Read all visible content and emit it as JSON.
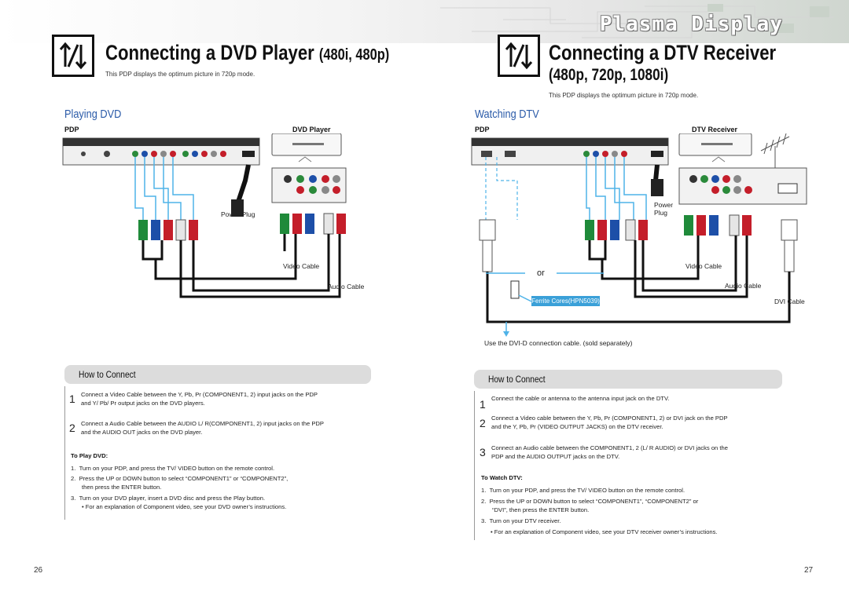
{
  "header": {
    "brand": "Plasma Display"
  },
  "left": {
    "title_main": "Connecting a DVD Player",
    "title_res": "(480i, 480p)",
    "note": "This PDP displays the optimum picture in 720p mode.",
    "section": "Playing DVD",
    "pdp_label": "PDP",
    "device_label": "DVD Player",
    "power_plug": "Power Plug",
    "video_cable": "Video Cable",
    "audio_cable": "Audio Cable",
    "how_title": "How to Connect",
    "steps": [
      {
        "num": "1",
        "line1": "Connect a Video Cable between the Y, Pb, Pr (COMPONENT1, 2) input jacks on the PDP",
        "line2": "and Y/ Pb/ Pr output jacks on the DVD players."
      },
      {
        "num": "2",
        "line1": "Connect a Audio Cable between the AUDIO L/ R(COMPONENT1, 2) input jacks on the PDP",
        "line2": "and the AUDIO OUT jacks on the DVD player."
      }
    ],
    "sub_title": "To Play DVD:",
    "play": [
      {
        "num": "1.",
        "text": "Turn on your PDP, and press the TV/ VIDEO button on the remote control."
      },
      {
        "num": "2.",
        "text": "Press the UP or DOWN button to select “COMPONENT1” or “COMPONENT2”,",
        "text2": "then press the ENTER button."
      },
      {
        "num": "3.",
        "text": "Turn on your DVD player, insert a DVD disc and press the Play button."
      }
    ],
    "bullet": "• For an explanation of Component video, see your DVD owner’s instructions.",
    "page": "26"
  },
  "right": {
    "title_main": "Connecting a DTV Receiver",
    "title_res": "(480p, 720p, 1080i)",
    "note": "This PDP displays the optimum picture in 720p mode.",
    "section": "Watching DTV",
    "pdp_label": "PDP",
    "device_label": "DTV Receiver",
    "power_plug_1": "Power",
    "power_plug_2": "Plug",
    "video_cable": "Video Cable",
    "audio_cable": "Audio Cable",
    "dvi_cable": "DVI Cable",
    "or_text": "or",
    "ferrite": "Ferrite Cores(HPN5039)",
    "dvi_note": "Use the DVI-D connection cable. (sold separately)",
    "how_title": "How to Connect",
    "steps": [
      {
        "num": "1",
        "line1": "Connect the cable or antenna to the antenna input jack on the DTV.",
        "line2": ""
      },
      {
        "num": "2",
        "line1": "Connect a Video cable between the Y, Pb, Pr (COMPONENT1, 2) or DVI jack on the PDP",
        "line2": "and the Y, Pb, Pr (VIDEO OUTPUT JACKS) on the DTV receiver."
      },
      {
        "num": "3",
        "line1": "Connect an Audio cable between the COMPONENT1, 2 (L/ R AUDIO) or DVI jacks on the",
        "line2": "PDP and the AUDIO OUTPUT jacks on the DTV."
      }
    ],
    "sub_title": "To Watch DTV:",
    "watch": [
      {
        "num": "1.",
        "text": "Turn on your PDP, and press the TV/ VIDEO button on the remote control."
      },
      {
        "num": "2.",
        "text": "Press the UP or DOWN button to select “COMPONENT1”, “COMPONENT2” or",
        "text2": "“DVI”, then press the ENTER button."
      },
      {
        "num": "3.",
        "text": "Turn on your DTV receiver."
      }
    ],
    "bullet": "• For an explanation of Component video, see your DTV receiver owner’s instructions.",
    "page": "27"
  },
  "colors": {
    "accent_blue": "#2a5aa8",
    "cable_blue": "#4fb3e8",
    "green": "#1f8a3a",
    "red": "#c41e2a",
    "jack_blue": "#1d4fa8"
  }
}
